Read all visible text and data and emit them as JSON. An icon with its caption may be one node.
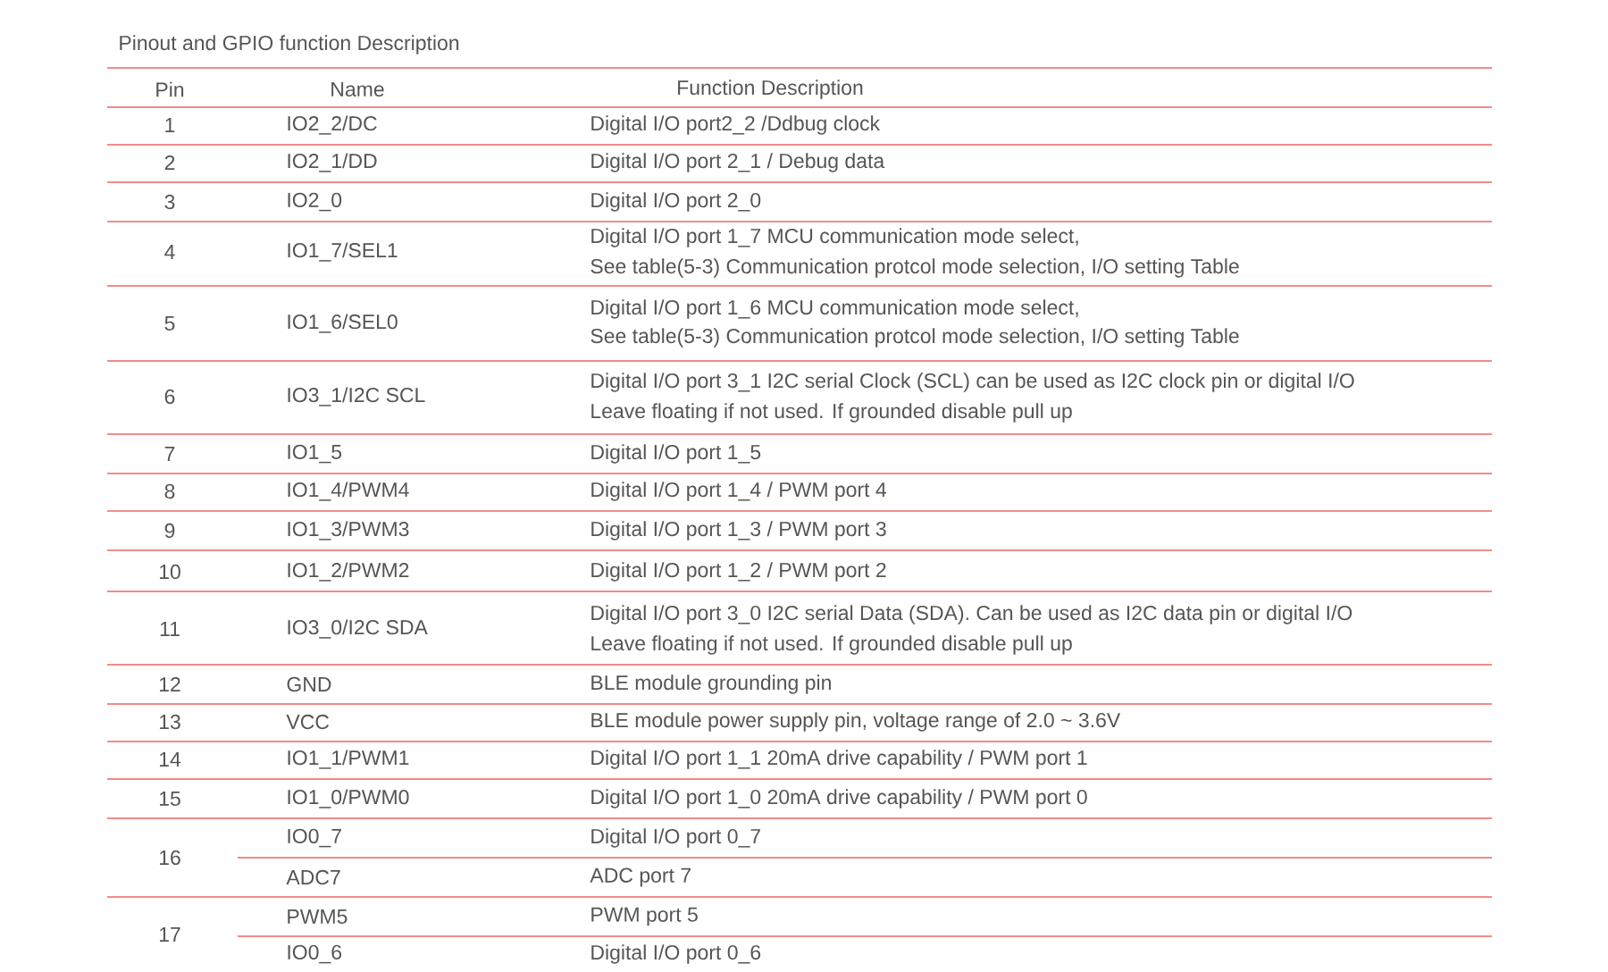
{
  "diagram": {
    "title": "Pinout and GPIO function Description",
    "labels": [
      "Pin",
      "Name",
      "Function Description",
      "1",
      "IO2_2/DC",
      "Digital I/O port2_2 /Ddbug clock",
      "2",
      "IO2_1/DD",
      "Digital I/O port 2_1 / Debug data",
      "3",
      "IO2_0",
      "Digital I/O port 2_0",
      "4",
      "IO1_7/SEL1",
      "Digital I/O port 1_7 MCU communication mode select,",
      "See table(5-3) Communication protcol mode selection, I/O setting Table",
      "5",
      "IO1_6/SEL0",
      "Digital I/O port 1_6 MCU communication mode select,",
      "See table(5-3) Communication protcol mode selection, I/O setting Table",
      "6",
      "IO3_1/I2C SCL",
      "Digital I/O port 3_1 I2C serial Clock (SCL) can be used as I2C clock pin or digital I/O",
      "Leave floating if not used. If grounded disable pull up",
      "7",
      "IO1_5",
      "Digital I/O port 1_5",
      "8",
      "IO1_4/PWM4",
      "Digital I/O port 1_4 / PWM port 4",
      "9",
      "IO1_3/PWM3",
      "Digital I/O port 1_3 / PWM port 3",
      "10",
      "IO1_2/PWM2",
      "Digital I/O port 1_2 / PWM port 2",
      "11",
      "IO3_0/I2C SDA",
      "Digital I/O port 3_0 I2C serial Data (SDA). Can be used as I2C data pin or digital I/O",
      "Leave floating if not used. If grounded disable pull up",
      "12",
      "GND",
      "BLE module grounding pin",
      "13",
      "VCC",
      "BLE module power supply pin, voltage range of 2.0 ~ 3.6V",
      "14",
      "IO1_1/PWM1",
      "Digital I/O port 1_1 20mA drive capability / PWM port 1",
      "15",
      "IO1_0/PWM0",
      "Digital I/O port 1_0 20mA drive capability / PWM port 0",
      "16",
      "IO0_7",
      "Digital I/O port 0_7",
      "ADC7",
      "ADC port 7",
      "17",
      "PWM5",
      "PWM port 5",
      "IO0_6",
      "Digital I/O port 0_6"
    ]
  }
}
